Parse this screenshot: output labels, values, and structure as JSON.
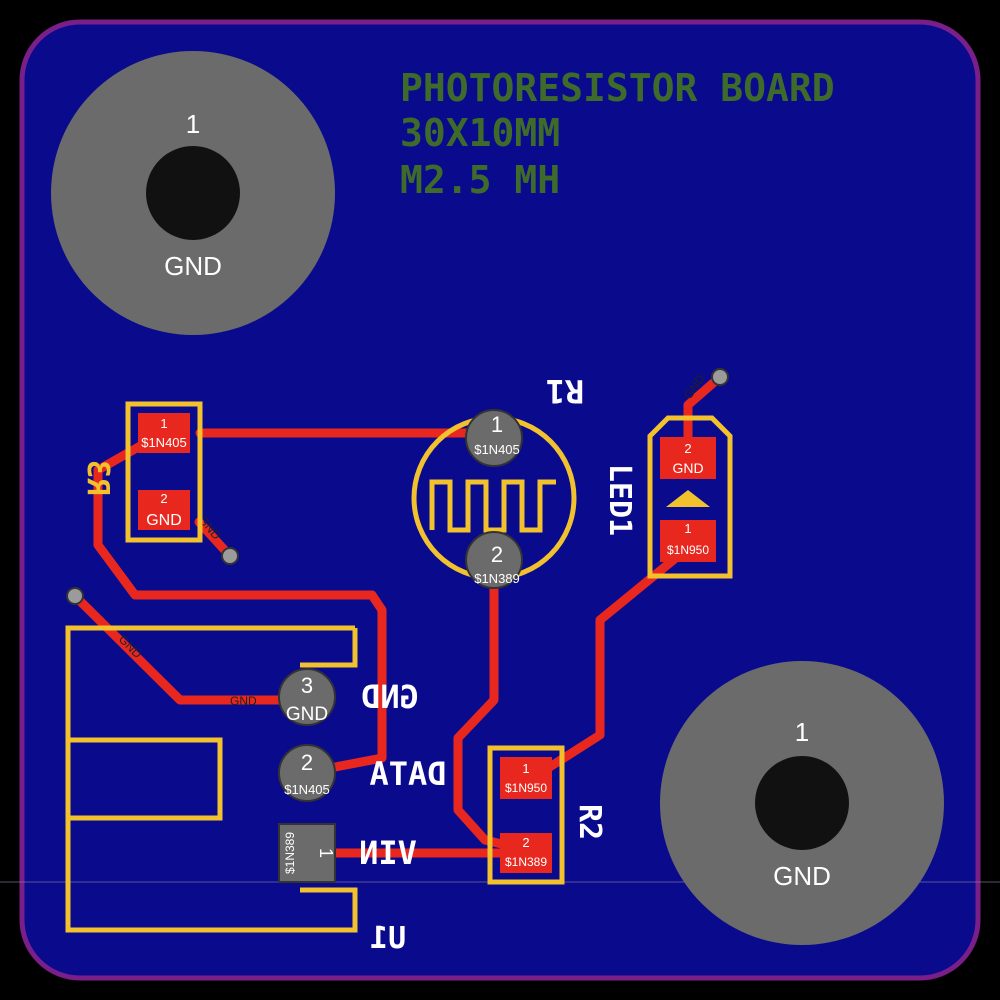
{
  "colors": {
    "background": "#000000",
    "board_fill": "#0a0a8c",
    "outline": "#7a1f8a",
    "trace": "#e8281e",
    "silkscreen": "#f2c12e",
    "title_text": "#3f6b2a",
    "hole_ring": "#6b6b6b",
    "hole": "#111111"
  },
  "title": {
    "line1": "PHOTORESISTOR BOARD",
    "line2": "30X10MM",
    "line3": "M2.5 MH"
  },
  "mounting_holes": [
    {
      "number": "1",
      "net": "GND"
    },
    {
      "number": "1",
      "net": "GND"
    }
  ],
  "components": {
    "r1": {
      "ref": "R1",
      "pad1_num": "1",
      "pad1_net": "$1N405",
      "pad2_num": "2",
      "pad2_net": "$1N389"
    },
    "r2": {
      "ref": "R2",
      "pad1_num": "1",
      "pad1_net": "$1N950",
      "pad2_num": "2",
      "pad2_net": "$1N389"
    },
    "r3": {
      "ref": "R3",
      "pad1_num": "1",
      "pad1_net": "$1N405",
      "pad2_num": "2",
      "pad2_net": "GND"
    },
    "led1": {
      "ref": "LED1",
      "pad1_num": "1",
      "pad1_net": "$1N950",
      "pad2_num": "2",
      "pad2_net": "GND"
    },
    "u1": {
      "ref": "U1",
      "pin1_num": "1",
      "pin1_net": "$1N389",
      "pin2_num": "2",
      "pin2_net": "$1N405",
      "pin3_num": "3",
      "pin3_net": "GND",
      "label_gnd": "GND",
      "label_data": "DATA",
      "label_vin": "VIN"
    }
  },
  "trace_labels": {
    "gnd_main": "GND",
    "gnd_diag": "GND",
    "gnd_r3": "GND",
    "gnd_led": "GND"
  }
}
